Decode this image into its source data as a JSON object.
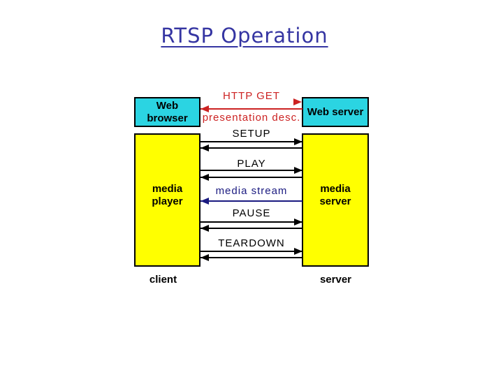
{
  "title": "RTSP Operation",
  "colors": {
    "title_blue": "#3535a2",
    "http_red": "#cc2222",
    "stream_navy": "#1a1a80",
    "box_cyan": "#2bd4e2",
    "box_yellow": "#ffff00",
    "arrow_black": "#000000",
    "background": "#ffffff"
  },
  "boxes": {
    "web_browser": "Web browser",
    "web_server": "Web server",
    "media_player": "media player",
    "media_server": "media server"
  },
  "footer_labels": {
    "client": "client",
    "server": "server"
  },
  "messages": {
    "http_get": "HTTP GET",
    "presentation_desc": "presentation desc.",
    "setup": "SETUP",
    "play": "PLAY",
    "media_stream": "media stream",
    "pause": "PAUSE",
    "teardown": "TEARDOWN"
  },
  "sequence": [
    {
      "label": "HTTP GET",
      "from": "web_browser",
      "to": "web_server",
      "direction": "right",
      "color": "#cc2222"
    },
    {
      "label": "presentation desc.",
      "from": "web_server",
      "to": "web_browser",
      "direction": "left",
      "color": "#cc2222"
    },
    {
      "label": "SETUP",
      "from": "media_player",
      "to": "media_server",
      "direction": "right",
      "color": "#000000",
      "reply": true
    },
    {
      "label": "PLAY",
      "from": "media_player",
      "to": "media_server",
      "direction": "right",
      "color": "#000000",
      "reply": true
    },
    {
      "label": "media stream",
      "from": "media_server",
      "to": "media_player",
      "direction": "left",
      "color": "#1a1a80"
    },
    {
      "label": "PAUSE",
      "from": "media_player",
      "to": "media_server",
      "direction": "right",
      "color": "#000000",
      "reply": true
    },
    {
      "label": "TEARDOWN",
      "from": "media_player",
      "to": "media_server",
      "direction": "right",
      "color": "#000000",
      "reply": true
    }
  ]
}
